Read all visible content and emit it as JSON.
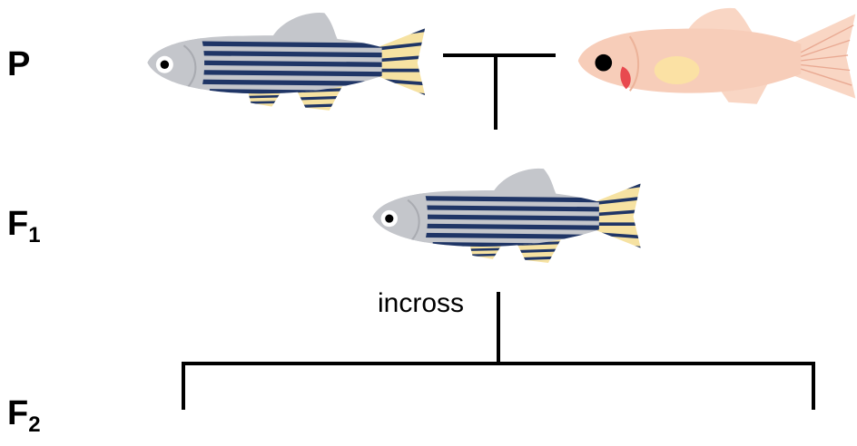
{
  "generations": {
    "p": {
      "letter": "P",
      "sub": ""
    },
    "f1": {
      "letter": "F",
      "sub": "1"
    },
    "f2": {
      "letter": "F",
      "sub": "2"
    }
  },
  "cross_label": "incross",
  "colors": {
    "stripe": "#1f3566",
    "body": "#c4c6cb",
    "fin_yellow": "#f6e2a2",
    "albino_body": "#f7cdb9",
    "albino_eye_ring": "#e8494f",
    "albino_patch": "#fbe1a4",
    "line": "#000000"
  },
  "icons": {
    "wild_type_fish": "striped-zebrafish-icon",
    "albino_fish": "albino-zebrafish-icon"
  }
}
